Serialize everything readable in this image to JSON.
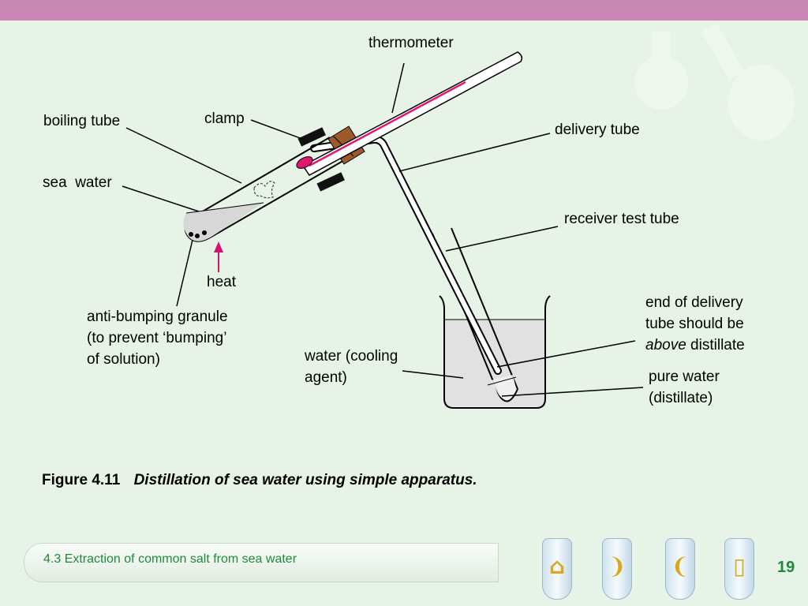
{
  "labels": {
    "thermometer": "thermometer",
    "clamp": "clamp",
    "boiling_tube": "boiling tube",
    "delivery_tube": "delivery tube",
    "sea_water": "sea  water",
    "receiver_test_tube": "receiver test tube",
    "heat": "heat",
    "anti_bumping": [
      "anti-bumping granule",
      "(to prevent ‘bumping’",
      "of solution)"
    ],
    "water_cooling": [
      "water (cooling",
      "agent)"
    ],
    "end_of_delivery_line1": "end of delivery",
    "end_of_delivery_line2": "tube should be",
    "end_of_delivery_above": "above",
    "end_of_delivery_distillate": " distillate",
    "pure_water": [
      "pure water",
      "(distillate)"
    ]
  },
  "caption": {
    "number": "Figure 4.11",
    "title": "Distillation of sea water using simple apparatus."
  },
  "footer": {
    "section": "4.3   Extraction of common salt from sea water",
    "page_number": "19"
  },
  "nav_icons": [
    "home-icon",
    "back-arrow-icon",
    "forward-arrow-icon",
    "exit-door-icon"
  ],
  "colors": {
    "top_bar": "#c987b6",
    "background": "#e6f3e6",
    "footer_text": "#1f8a3c",
    "heat_arrow": "#d0156f",
    "thermometer_bulb": "#e0186f"
  }
}
